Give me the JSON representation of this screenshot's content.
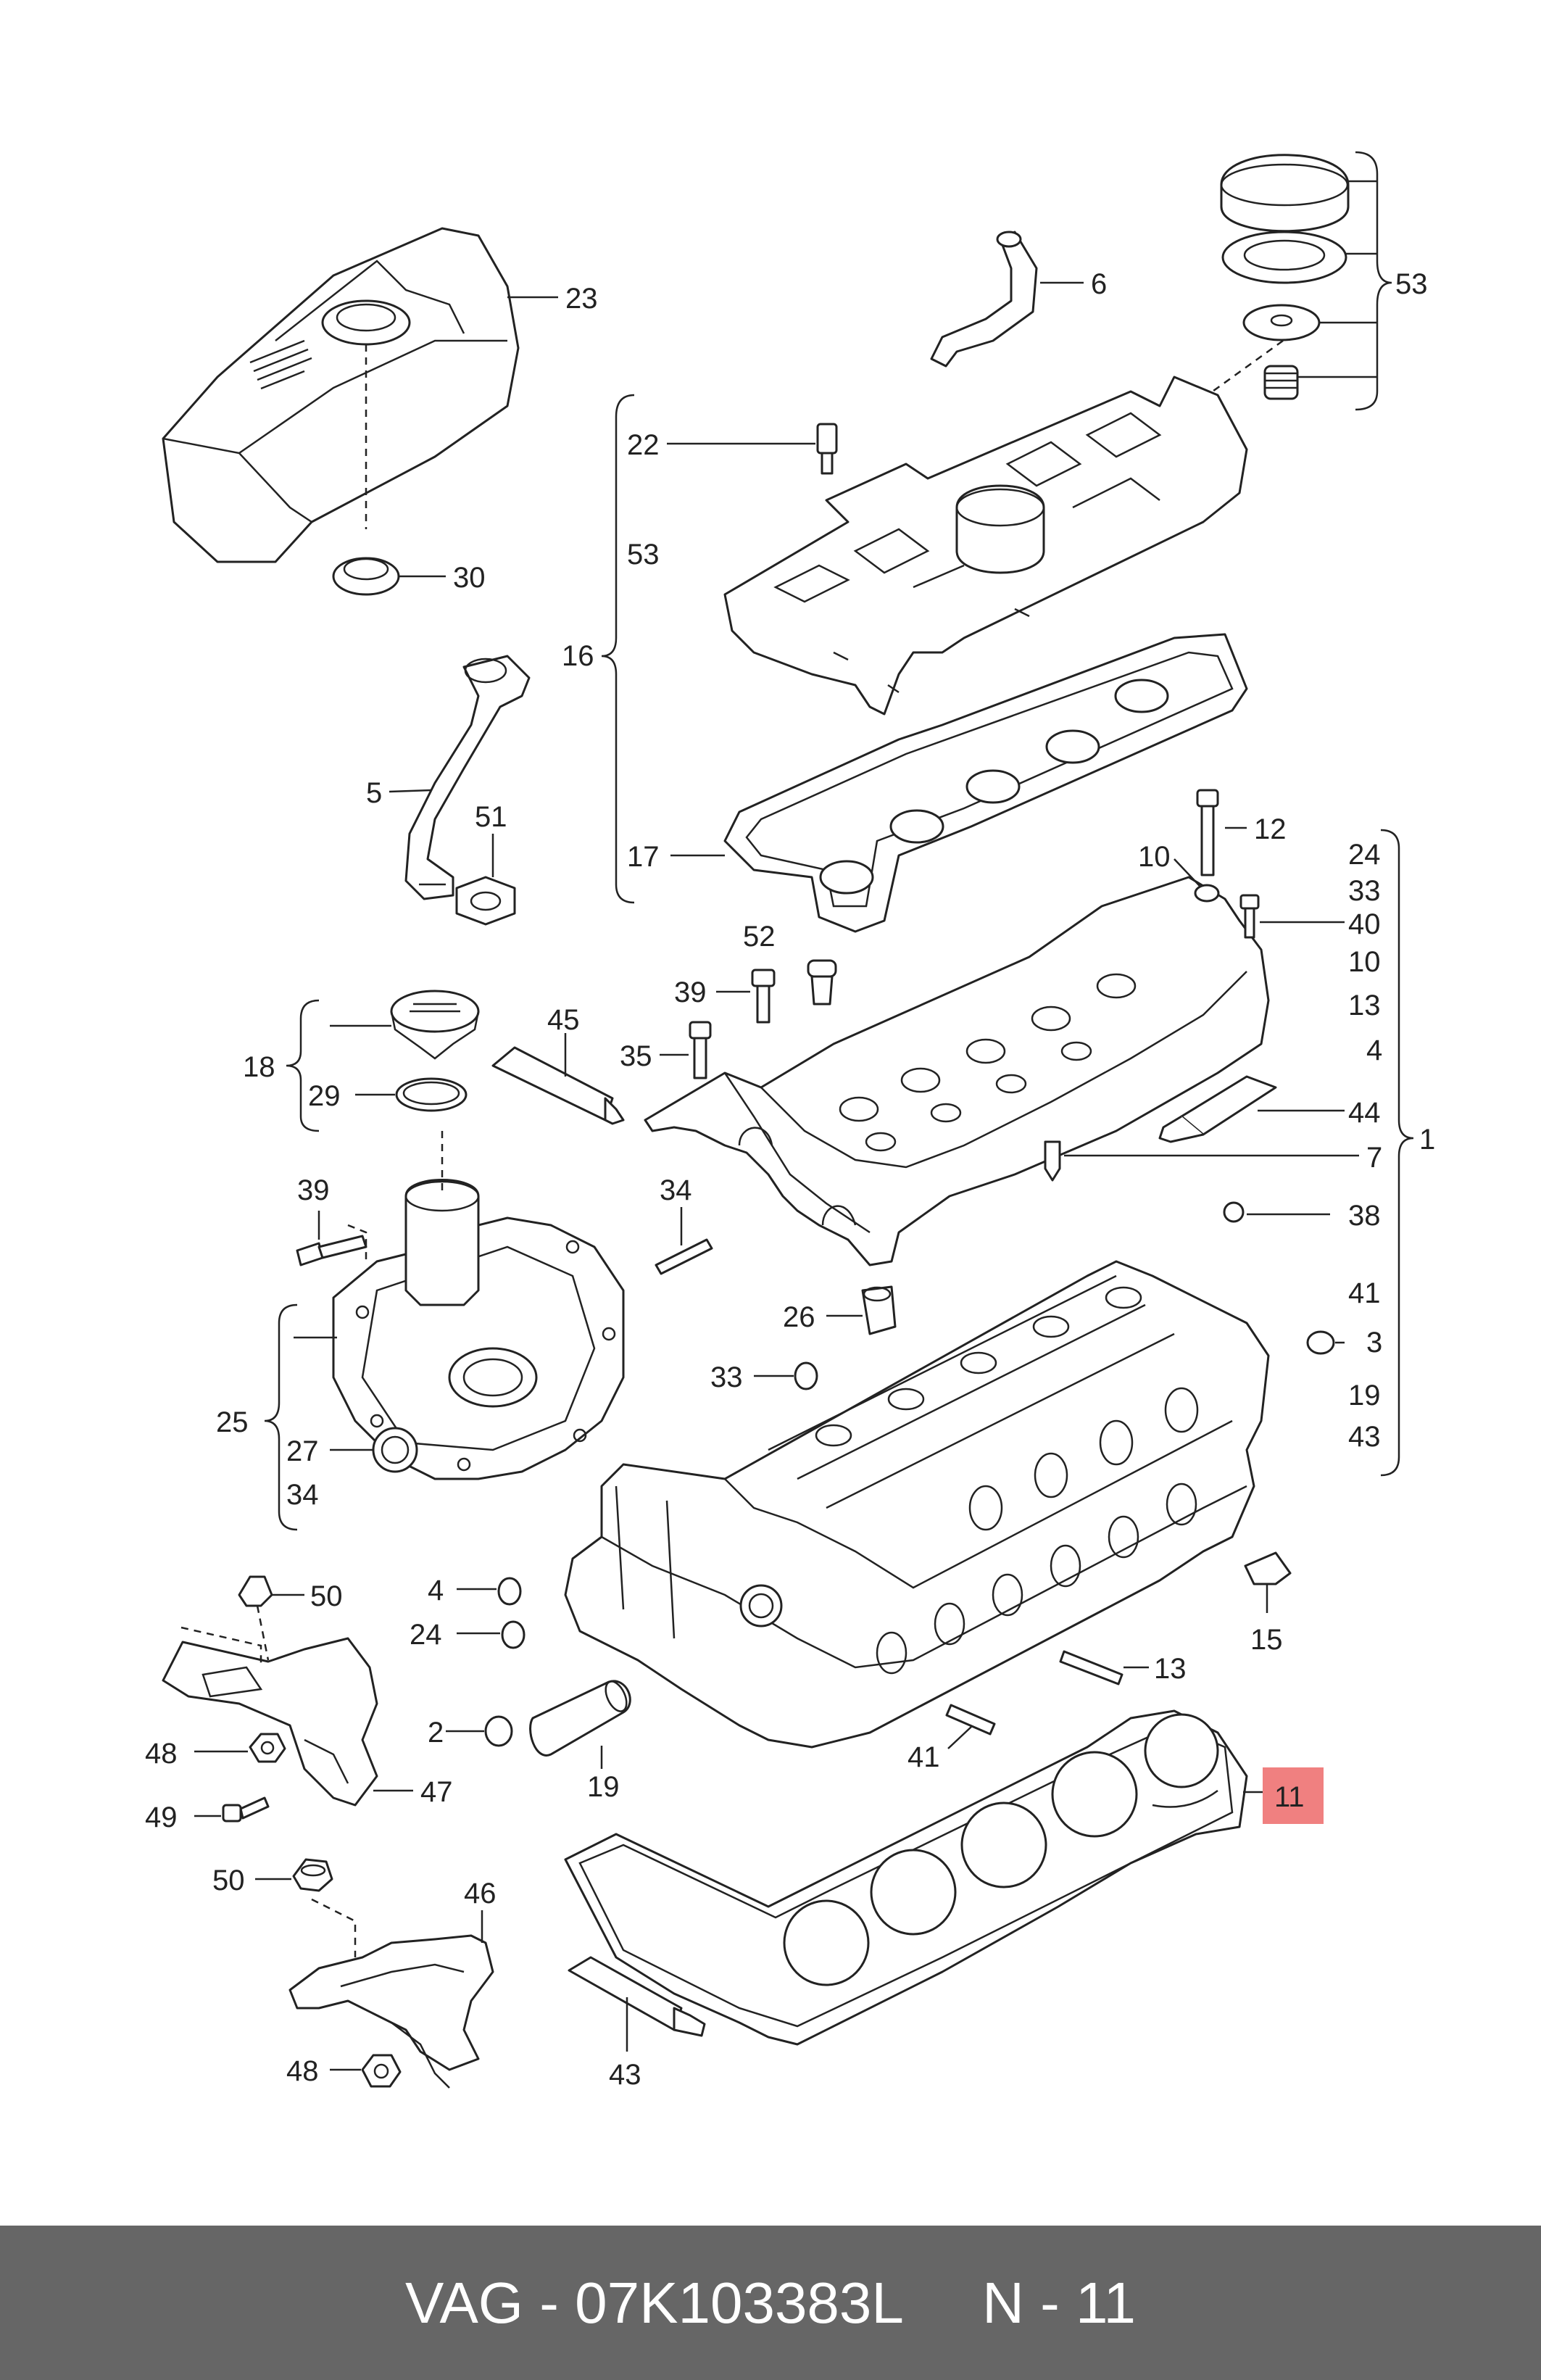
{
  "highlight_color": "#f08080",
  "footer_color": "#666666",
  "callouts": {
    "c23": "23",
    "c30": "30",
    "c6": "6",
    "c53a": "53",
    "c22": "22",
    "c53b": "53",
    "c16": "16",
    "c5": "5",
    "c51": "51",
    "c17": "17",
    "c12": "12",
    "c10a": "10",
    "c52": "52",
    "c39a": "39",
    "c35": "35",
    "c45": "45",
    "c18": "18",
    "c29": "29",
    "c24a": "24",
    "c33a": "33",
    "c40": "40",
    "c10b": "10",
    "c13a": "13",
    "c4a": "4",
    "c44": "44",
    "c7": "7",
    "c1": "1",
    "c38": "38",
    "c41a": "41",
    "c3": "3",
    "c19a": "19",
    "c43a": "43",
    "c39b": "39",
    "c34a": "34",
    "c26": "26",
    "c33b": "33",
    "c25": "25",
    "c27": "27",
    "c34b": "34",
    "c50a": "50",
    "c4b": "4",
    "c24b": "24",
    "c2": "2",
    "c19b": "19",
    "c15": "15",
    "c13b": "13",
    "c48a": "48",
    "c49": "49",
    "c47": "47",
    "c41b": "41",
    "c11": "11",
    "c50b": "50",
    "c46": "46",
    "c43b": "43",
    "c48b": "48"
  },
  "footer": {
    "text": "VAG - 07K103383L     N - 11"
  }
}
